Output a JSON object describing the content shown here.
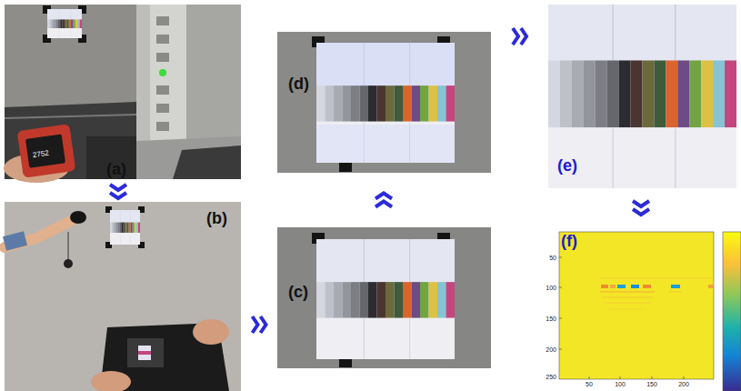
{
  "diagram": {
    "nodes": [
      {
        "text": [
          "(a)"
        ]
      },
      {
        "text": [
          "(b)"
        ]
      },
      {
        "text": [
          "(c)"
        ]
      },
      {
        "text": [
          "(d)"
        ]
      },
      {
        "text": [
          "(e)"
        ]
      },
      {
        "text": [
          "(f)"
        ]
      }
    ],
    "edges": [
      {
        "from": 0,
        "to": 1,
        "arrow": "to"
      },
      {
        "from": 1,
        "to": 2,
        "arrow": "to"
      },
      {
        "from": 2,
        "to": 3,
        "arrow": "to"
      },
      {
        "from": 3,
        "to": 4,
        "arrow": "to"
      },
      {
        "from": 4,
        "to": 5,
        "arrow": "to"
      }
    ],
    "labels": [
      "2752",
      "50",
      "100",
      "150",
      "200",
      "250",
      "50",
      "100",
      "150",
      "200"
    ]
  }
}
